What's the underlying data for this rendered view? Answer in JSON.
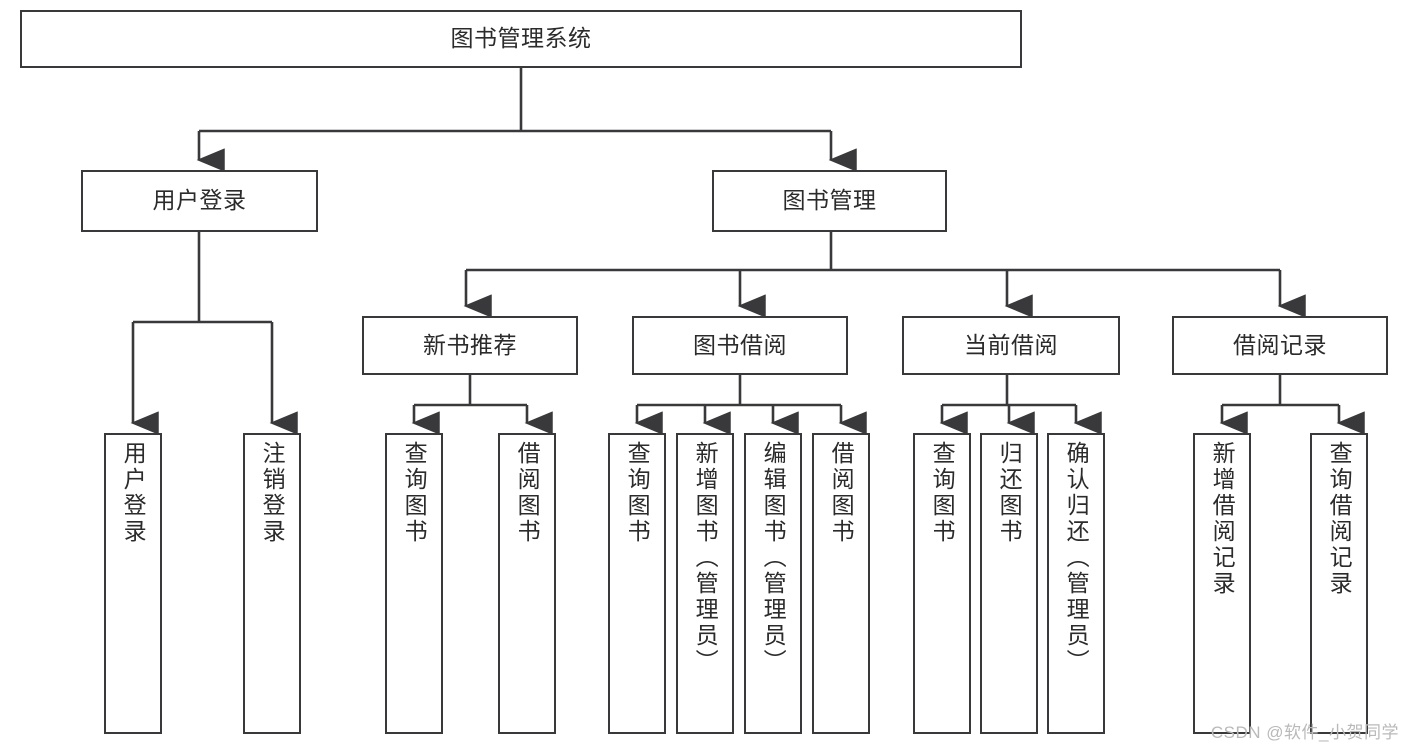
{
  "diagram": {
    "title": "图书管理系统",
    "type": "tree",
    "watermark": "CSDN @软件_小贺同学",
    "colors": {
      "box_border": "#39393b",
      "box_fill": "#ffffff",
      "connector": "#3a3a3c",
      "text": "#2b2b2b",
      "watermark": "#b9b9b9",
      "background": "#ffffff"
    },
    "root": {
      "label": "图书管理系统"
    },
    "level2": [
      {
        "label": "用户登录"
      },
      {
        "label": "图书管理"
      }
    ],
    "level3": [
      {
        "label": "新书推荐"
      },
      {
        "label": "图书借阅"
      },
      {
        "label": "当前借阅"
      },
      {
        "label": "借阅记录"
      }
    ],
    "leaves": {
      "user_login": [
        {
          "label": "用户登录"
        },
        {
          "label": "注销登录"
        }
      ],
      "new_book_recommend": [
        {
          "label": "查询图书"
        },
        {
          "label": "借阅图书"
        }
      ],
      "book_borrow": [
        {
          "label": "查询图书"
        },
        {
          "label": "新增图书（管理员）"
        },
        {
          "label": "编辑图书（管理员）"
        },
        {
          "label": "借阅图书"
        }
      ],
      "current_borrow": [
        {
          "label": "查询图书"
        },
        {
          "label": "归还图书"
        },
        {
          "label": "确认归还（管理员）"
        }
      ],
      "borrow_record": [
        {
          "label": "新增借阅记录"
        },
        {
          "label": "查询借阅记录"
        }
      ]
    }
  }
}
